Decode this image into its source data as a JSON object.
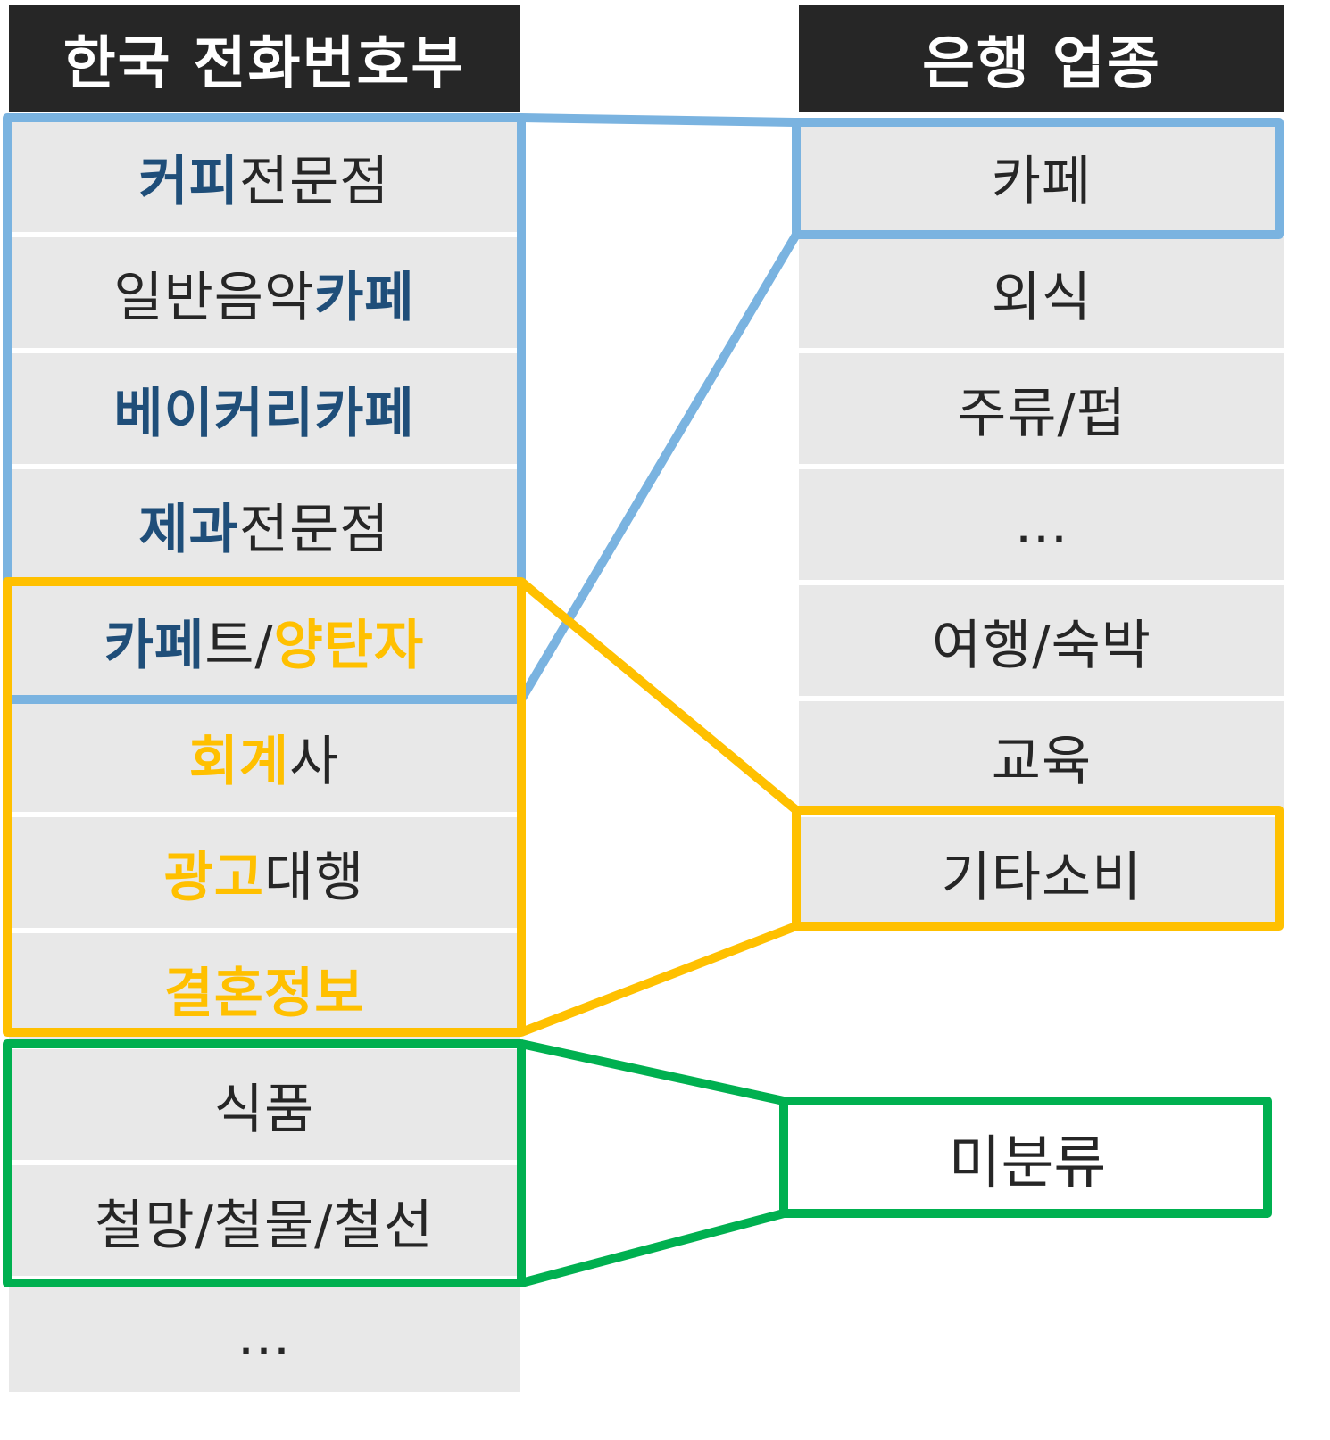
{
  "left_table": {
    "header": "한국 전화번호부",
    "rows": [
      {
        "segments": [
          {
            "text": "커피",
            "color": "blue"
          },
          {
            "text": "전문점",
            "color": "plain"
          }
        ]
      },
      {
        "segments": [
          {
            "text": "일반음악",
            "color": "plain"
          },
          {
            "text": "카페",
            "color": "blue"
          }
        ]
      },
      {
        "segments": [
          {
            "text": "베이커리카페",
            "color": "blue"
          }
        ]
      },
      {
        "segments": [
          {
            "text": "제과",
            "color": "blue"
          },
          {
            "text": "전문점",
            "color": "plain"
          }
        ]
      },
      {
        "segments": [
          {
            "text": "카페",
            "color": "blue"
          },
          {
            "text": "트/",
            "color": "plain"
          },
          {
            "text": "양탄자",
            "color": "gold"
          }
        ]
      },
      {
        "segments": [
          {
            "text": "회계",
            "color": "gold"
          },
          {
            "text": "사",
            "color": "plain"
          }
        ]
      },
      {
        "segments": [
          {
            "text": "광고",
            "color": "gold"
          },
          {
            "text": "대행",
            "color": "plain"
          }
        ]
      },
      {
        "segments": [
          {
            "text": "결혼정보",
            "color": "gold"
          }
        ]
      },
      {
        "segments": [
          {
            "text": "식품",
            "color": "plain"
          }
        ]
      },
      {
        "segments": [
          {
            "text": "철망/철물/철선",
            "color": "plain"
          }
        ]
      },
      {
        "segments": [
          {
            "text": "…",
            "color": "plain"
          }
        ]
      }
    ]
  },
  "right_table": {
    "header": "은행 업종",
    "rows": [
      "카페",
      "외식",
      "주류/펍",
      "…",
      "여행/숙박",
      "교육",
      "기타소비"
    ]
  },
  "unclassified_label": "미분류",
  "colors": {
    "header_bg": "#262626",
    "cell_bg": "#e8e8e8",
    "blue_group": "#7ab3e0",
    "gold_group": "#ffc000",
    "green_group": "#00b050",
    "blue_text": "#1f4e79",
    "gold_text": "#ffc000"
  }
}
